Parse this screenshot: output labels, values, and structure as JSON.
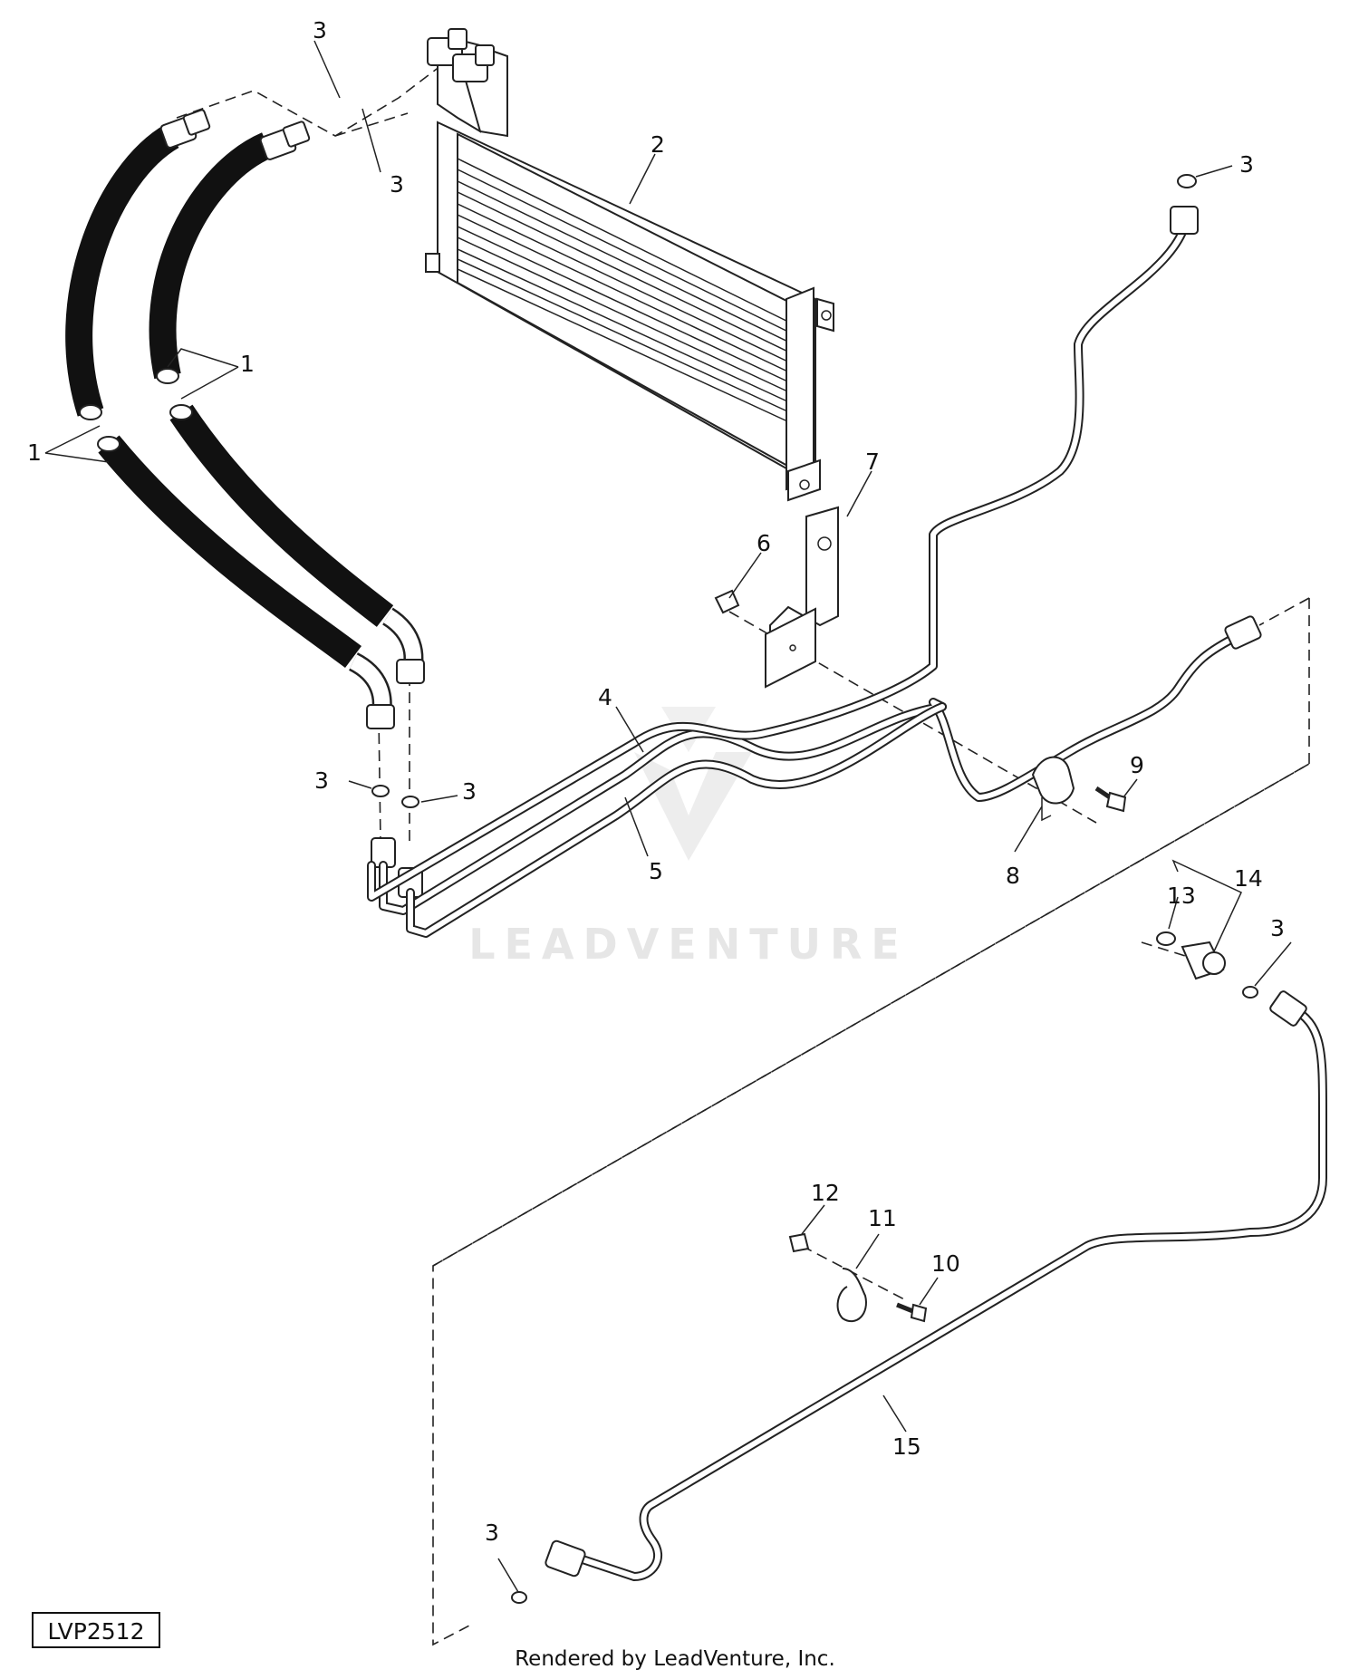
{
  "callouts": {
    "c1a": "1",
    "c1b": "1",
    "c2": "2",
    "c3a": "3",
    "c3b": "3",
    "c3c": "3",
    "c3d": "3",
    "c3e": "3",
    "c3f": "3",
    "c3g": "3",
    "c4": "4",
    "c5": "5",
    "c6": "6",
    "c7": "7",
    "c8": "8",
    "c9": "9",
    "c10": "10",
    "c11": "11",
    "c12": "12",
    "c13": "13",
    "c14": "14",
    "c15": "15"
  },
  "watermark": "LEADVENTURE",
  "figure_id": "LVP2512",
  "footer": "Rendered by LeadVenture, Inc."
}
